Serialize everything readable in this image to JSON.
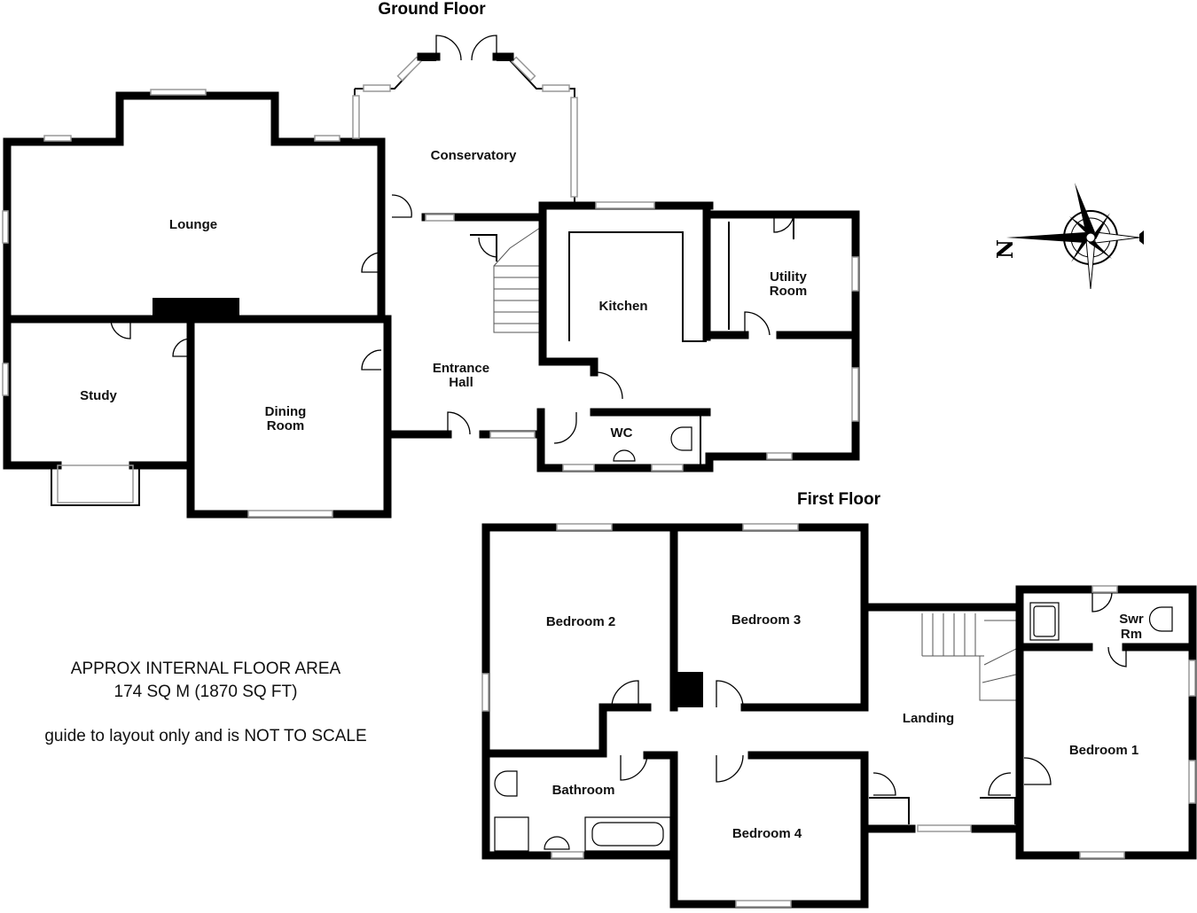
{
  "floors": {
    "ground": "Ground Floor",
    "first": "First Floor"
  },
  "rooms": {
    "conservatory": "Conservatory",
    "lounge": "Lounge",
    "utility": [
      "Utility",
      "Room"
    ],
    "kitchen": "Kitchen",
    "entrance_hall": [
      "Entrance",
      "Hall"
    ],
    "study": "Study",
    "dining_room": [
      "Dining",
      "Room"
    ],
    "wc": "WC",
    "bedroom2": "Bedroom 2",
    "bedroom3": "Bedroom 3",
    "swr_rm": [
      "Swr",
      "Rm"
    ],
    "landing": "Landing",
    "bedroom1": "Bedroom 1",
    "bathroom": "Bathroom",
    "bedroom4": "Bedroom 4"
  },
  "info": {
    "area_line1": "APPROX INTERNAL FLOOR AREA",
    "area_line2": "174 SQ M (1870 SQ FT)",
    "disclaimer": "guide to layout only and is NOT TO SCALE"
  },
  "compass": {
    "north_label": "N"
  },
  "colors": {
    "wall": "#000000",
    "window": "#999999",
    "background": "#ffffff"
  }
}
